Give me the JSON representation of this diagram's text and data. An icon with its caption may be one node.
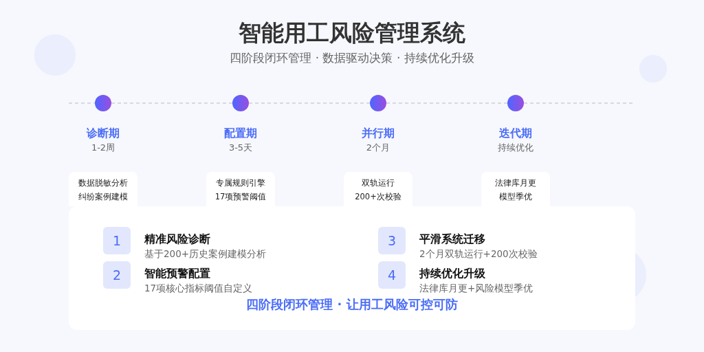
{
  "diagram": {
    "title": "智能用工风险管理系统",
    "nodes": [
      {
        "text": [],
        "shape": "circle",
        "beside": [
          "诊断期",
          "1-2周"
        ]
      },
      {
        "text": [],
        "shape": "circle",
        "beside": [
          "配置期",
          "3-5天"
        ]
      },
      {
        "text": [],
        "shape": "circle",
        "beside": [
          "并行期",
          "2个月"
        ]
      },
      {
        "text": [],
        "shape": "circle",
        "beside": [
          "迭代期",
          "持续优化"
        ]
      },
      {
        "text": [
          "数据脱敏分析",
          "纠纷案例建模"
        ]
      },
      {
        "text": [
          "专属规则引擎",
          "17项预警阈值"
        ]
      },
      {
        "text": [
          "双轨运行",
          "200+次校验"
        ]
      },
      {
        "text": [
          "法律库月更",
          "模型季优"
        ]
      },
      {
        "text": [
          "四阶段闭环管理 · 让用工风险可控可防"
        ]
      },
      {
        "text": [
          "1"
        ],
        "in": 8,
        "beside": [
          "精准风险诊断",
          "基于200+历史案例建模分析"
        ]
      },
      {
        "text": [
          "2"
        ],
        "in": 8,
        "beside": [
          "智能预警配置",
          "17项核心指标阈值自定义"
        ]
      },
      {
        "text": [
          "3"
        ],
        "in": 8,
        "beside": [
          "平滑系统迁移",
          "2个月双轨运行+200次校验"
        ]
      },
      {
        "text": [
          "4"
        ],
        "in": 8,
        "beside": [
          "持续优化升级",
          "法律库月更+风险模型季优"
        ]
      }
    ],
    "edges": [
      {
        "from": 0,
        "to": 1,
        "arrow": "none",
        "style": "dashed"
      },
      {
        "from": 1,
        "to": 2,
        "arrow": "none",
        "style": "dashed"
      },
      {
        "from": 2,
        "to": 3,
        "arrow": "none",
        "style": "dashed"
      }
    ],
    "labels": [
      "四阶段闭环管理 · 数据驱动决策 · 持续优化升级"
    ]
  }
}
